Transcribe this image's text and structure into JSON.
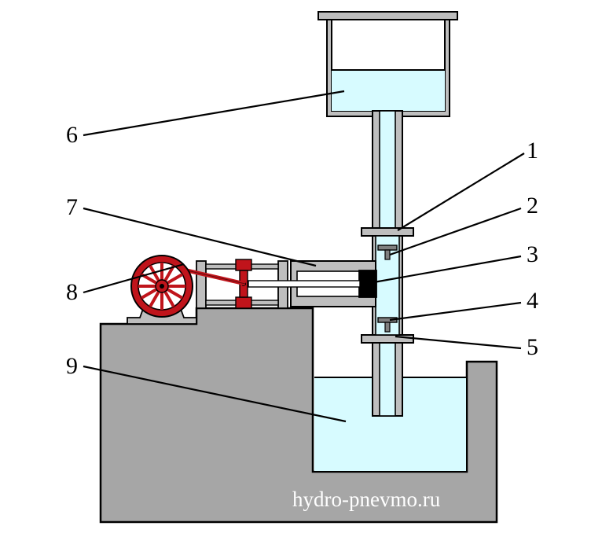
{
  "colors": {
    "water": "#d7fbff",
    "ground": "#a6a6a6",
    "metal": "#bebebe",
    "piston": "#7f7f7f",
    "flywheel": "#c0141b",
    "outline": "#000000"
  },
  "callouts": [
    {
      "id": "1",
      "label": "1"
    },
    {
      "id": "2",
      "label": "2"
    },
    {
      "id": "3",
      "label": "3"
    },
    {
      "id": "4",
      "label": "4"
    },
    {
      "id": "5",
      "label": "5"
    },
    {
      "id": "6",
      "label": "6"
    },
    {
      "id": "7",
      "label": "7"
    },
    {
      "id": "8",
      "label": "8"
    },
    {
      "id": "9",
      "label": "9"
    }
  ],
  "watermark": "hydro-pnevmo.ru"
}
